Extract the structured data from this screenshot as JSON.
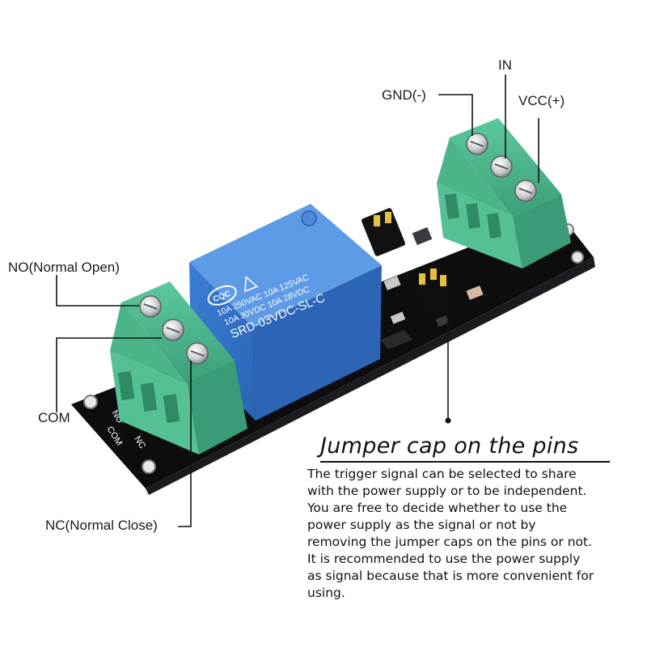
{
  "labels": {
    "gnd": "GND(-)",
    "in": "IN",
    "vcc": "VCC(+)",
    "no": "NO(Normal Open)",
    "com": "COM",
    "nc": "NC(Normal Close)"
  },
  "relay": {
    "logo": "CQC",
    "line1": "10A 250VAC  10A 125VAC",
    "line2": "10A 30VDC  10A 28VDC",
    "model": "SRD-03VDC-SL-C"
  },
  "silkscreen": {
    "no": "NO",
    "com": "COM",
    "nc": "NC"
  },
  "jumper": {
    "title": "Jumper cap on the pins",
    "lines": [
      "The trigger signal can be selected to share",
      "with the power supply or to be independent.",
      "You are free to decide whether to use the",
      "power supply as the signal or not by",
      "removing the jumper caps on the pins or not.",
      "It is recommended to use the power supply",
      "as signal because that is more convenient for",
      "using."
    ]
  },
  "colors": {
    "pcb": "#0d0d0f",
    "relay_blue": "#2f6fc8",
    "terminal_green": "#3fae83",
    "text": "#111111"
  }
}
